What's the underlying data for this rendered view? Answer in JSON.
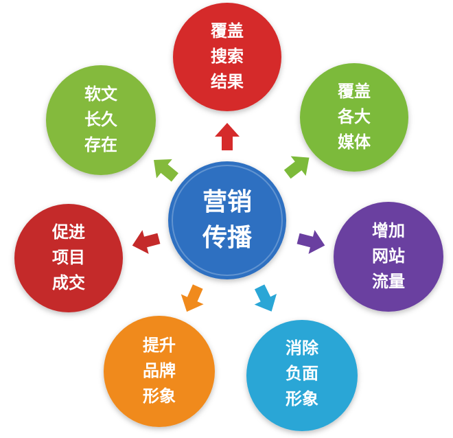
{
  "center": {
    "lines": [
      "营销",
      "传播"
    ],
    "color": "#2f6fc1"
  },
  "nodes": [
    {
      "id": "search",
      "lines": [
        "覆盖",
        "搜索",
        "结果"
      ],
      "color": "#d52b2b"
    },
    {
      "id": "media",
      "lines": [
        "覆盖",
        "各大",
        "媒体"
      ],
      "color": "#7cba3a"
    },
    {
      "id": "traffic",
      "lines": [
        "增加",
        "网站",
        "流量"
      ],
      "color": "#6a3fa0"
    },
    {
      "id": "negative",
      "lines": [
        "消除",
        "负面",
        "形象"
      ],
      "color": "#2aa6d6"
    },
    {
      "id": "brand",
      "lines": [
        "提升",
        "品牌",
        "形象"
      ],
      "color": "#f08a1c"
    },
    {
      "id": "deal",
      "lines": [
        "促进",
        "项目",
        "成交"
      ],
      "color": "#c42a2a"
    },
    {
      "id": "article",
      "lines": [
        "软文",
        "长久",
        "存在"
      ],
      "color": "#84ba3c"
    }
  ]
}
